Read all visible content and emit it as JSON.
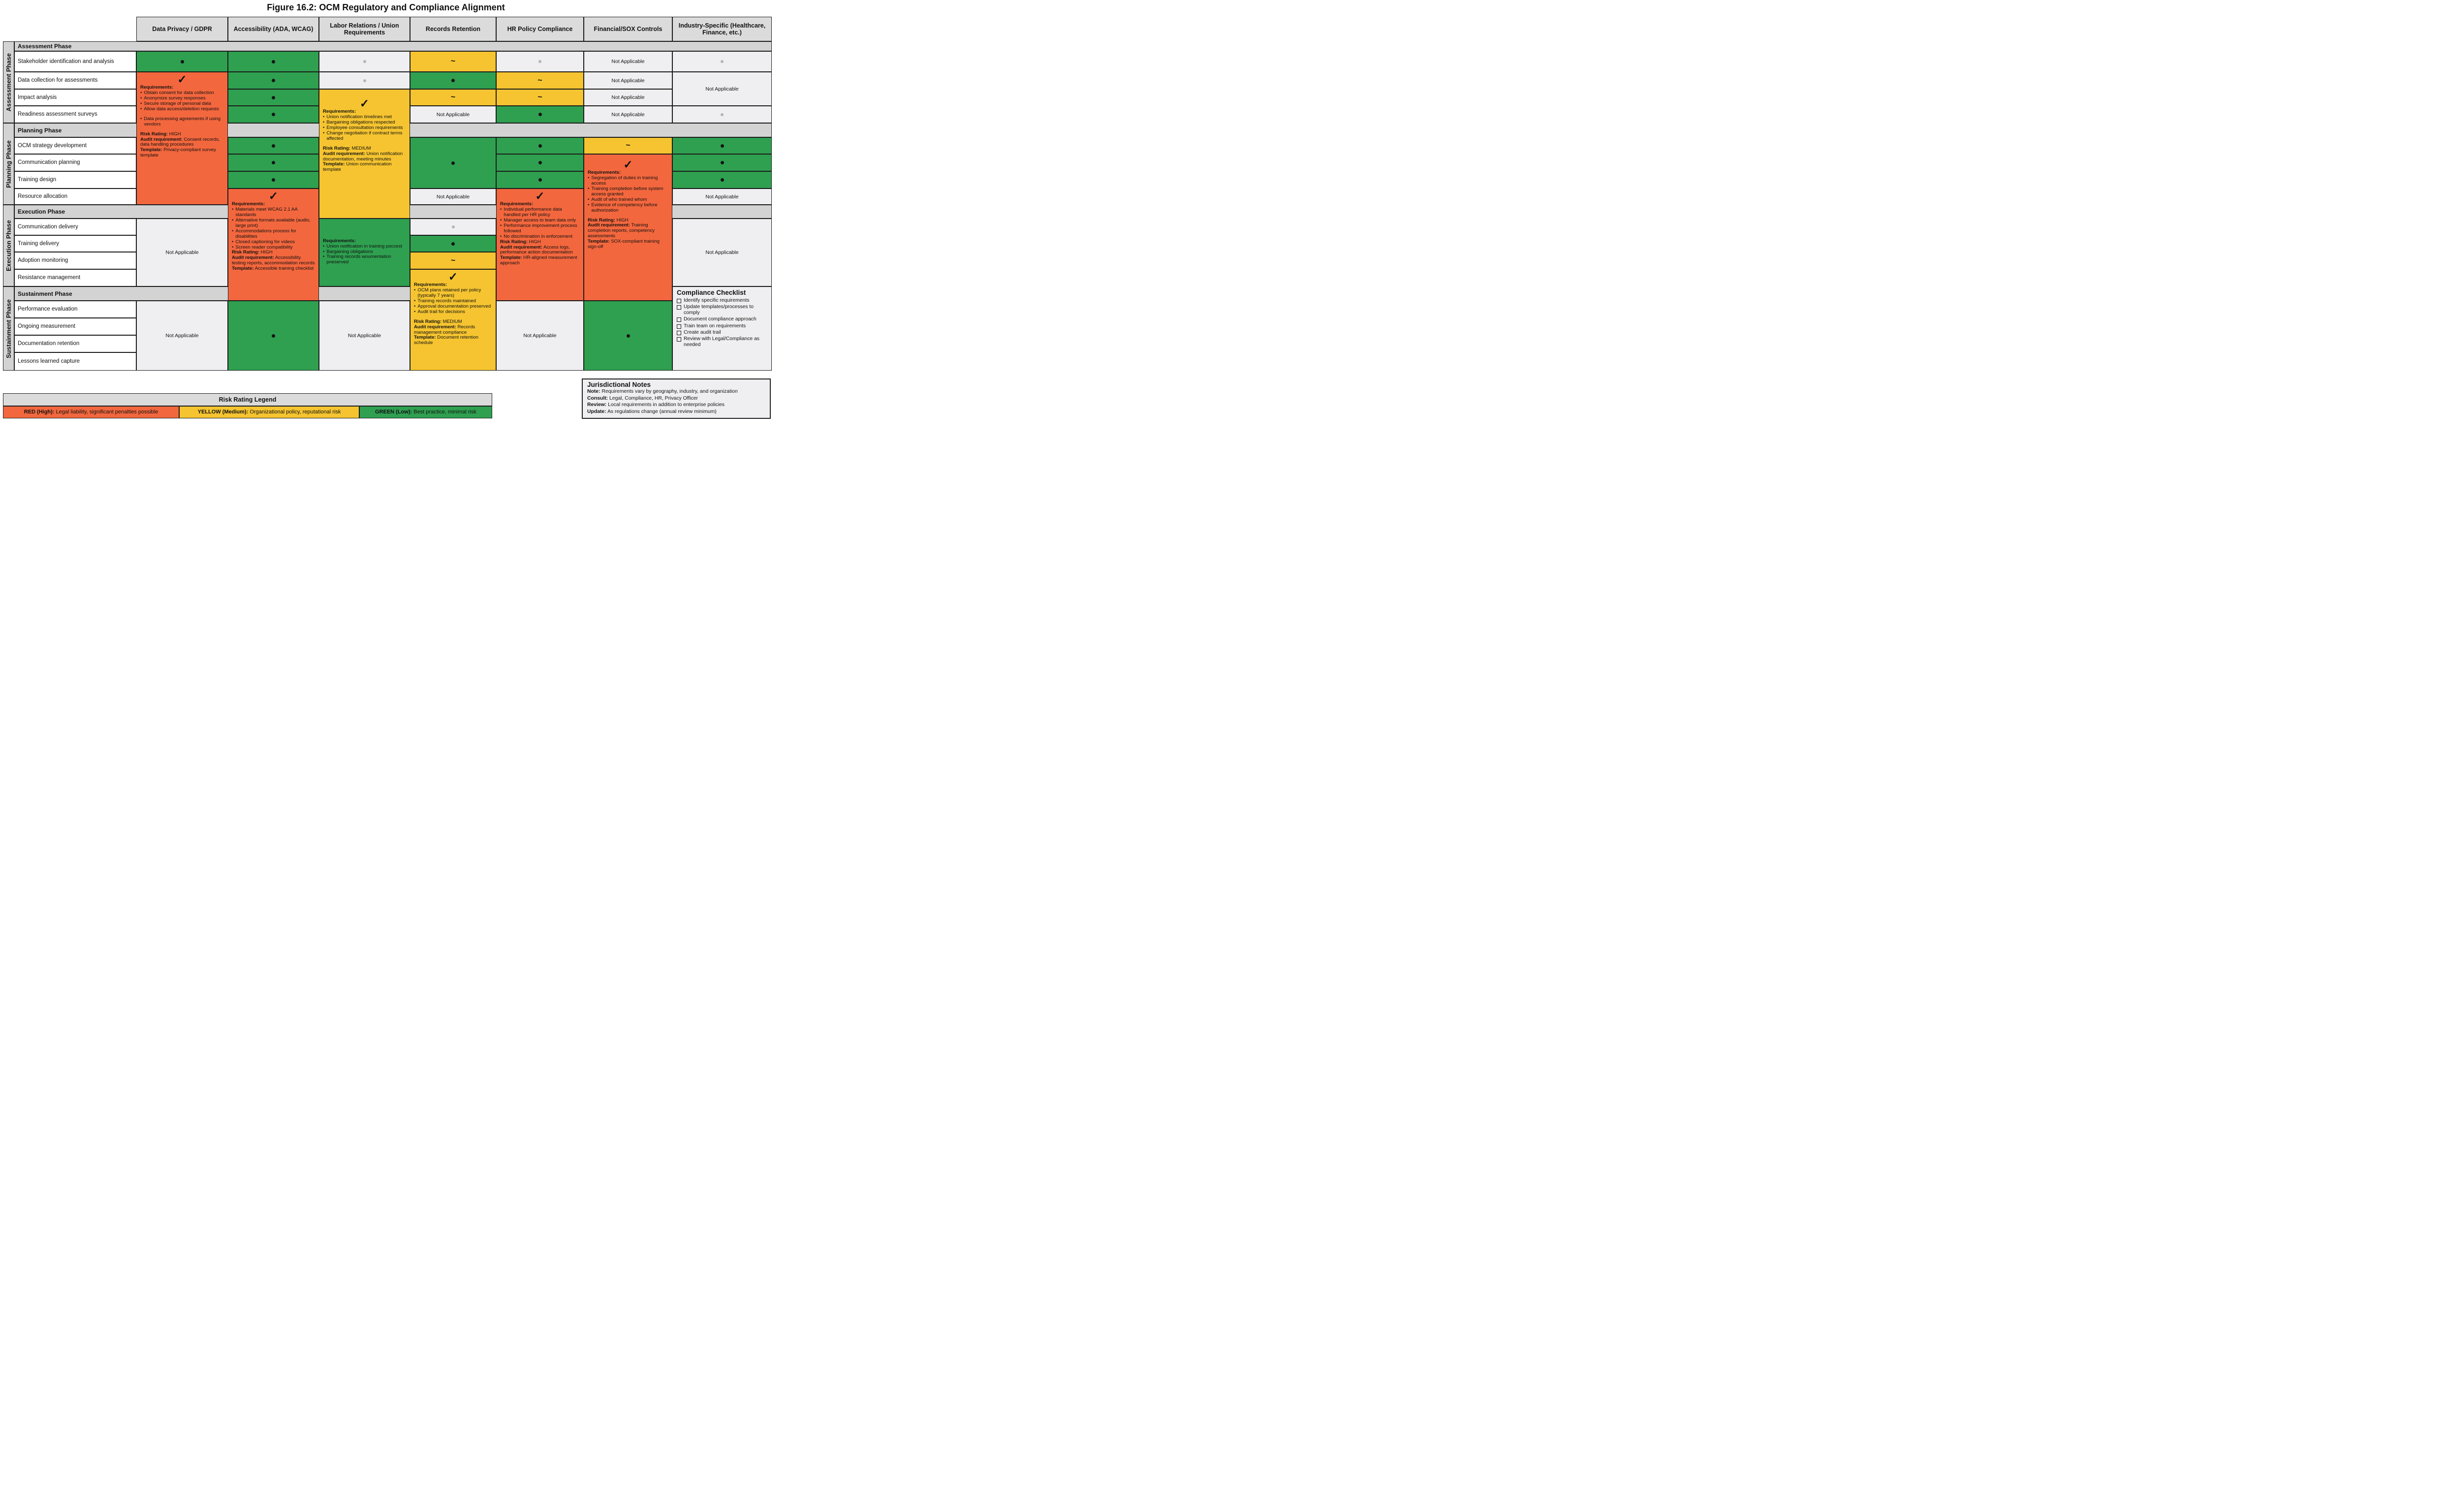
{
  "title": "Figure 16.2: OCM Regulatory and Compliance Alignment",
  "colors": {
    "high": "#F3673E",
    "medium": "#F5C430",
    "low": "#2FA050",
    "band": "#D3D3D3",
    "header": "#DBDBDB",
    "na_bg": "#EFEFF1"
  },
  "matrix": {
    "na_label": "Not Applicable",
    "columns": [
      "Data Privacy / GDPR",
      "Accessibility (ADA, WCAG)",
      "Labor Relations / Union Requirements",
      "Records Retention",
      "HR Policy Compliance",
      "Financial/SOX Controls",
      "Industry-Specific (Healthcare, Finance, etc.)"
    ],
    "phases": [
      {
        "label": "Assessment Phase",
        "activities": [
          "Stakeholder identification and analysis",
          "Data collection for assessments",
          "Impact analysis",
          "Readiness assessment surveys"
        ]
      },
      {
        "label": "Planning Phase",
        "activities": [
          "OCM strategy development",
          "Communication planning",
          "Training design",
          "Resource allocation"
        ]
      },
      {
        "label": "Execution Phase",
        "activities": [
          "Communication delivery",
          "Training delivery",
          "Adoption monitoring",
          "Resistance management"
        ]
      },
      {
        "label": "Sustainment Phase",
        "activities": [
          "Performance evaluation",
          "Ongoing measurement",
          "Documentation retention",
          "Lessons learned capture"
        ]
      }
    ],
    "cells": [
      {
        "c": 0,
        "r": 3,
        "s": 1,
        "k": "dot"
      },
      {
        "c": 0,
        "r": 4,
        "s": 8,
        "k": "orange",
        "b": "gdpr"
      },
      {
        "c": 0,
        "r": 13,
        "s": 4,
        "k": "na"
      },
      {
        "c": 0,
        "r": 18,
        "s": 4,
        "k": "na"
      },
      {
        "c": 1,
        "r": 3,
        "s": 1,
        "k": "dot"
      },
      {
        "c": 1,
        "r": 4,
        "s": 1,
        "k": "dot"
      },
      {
        "c": 1,
        "r": 5,
        "s": 1,
        "k": "dot"
      },
      {
        "c": 1,
        "r": 6,
        "s": 1,
        "k": "dot"
      },
      {
        "c": 1,
        "r": 8,
        "s": 1,
        "k": "dot"
      },
      {
        "c": 1,
        "r": 9,
        "s": 1,
        "k": "dot"
      },
      {
        "c": 1,
        "r": 10,
        "s": 1,
        "k": "dot"
      },
      {
        "c": 1,
        "r": 11,
        "s": 7,
        "k": "orange",
        "b": "accessibility"
      },
      {
        "c": 1,
        "r": 18,
        "s": 4,
        "k": "dot"
      },
      {
        "c": 2,
        "r": 3,
        "s": 1,
        "k": "graydot"
      },
      {
        "c": 2,
        "r": 4,
        "s": 1,
        "k": "graydot"
      },
      {
        "c": 2,
        "r": 5,
        "s": 8,
        "k": "yellow",
        "b": "labor"
      },
      {
        "c": 2,
        "r": 13,
        "s": 4,
        "k": "green",
        "b": "labor_training"
      },
      {
        "c": 2,
        "r": 18,
        "s": 4,
        "k": "na"
      },
      {
        "c": 3,
        "r": 3,
        "s": 1,
        "k": "tilde"
      },
      {
        "c": 3,
        "r": 4,
        "s": 1,
        "k": "dot"
      },
      {
        "c": 3,
        "r": 5,
        "s": 1,
        "k": "tilde"
      },
      {
        "c": 3,
        "r": 6,
        "s": 1,
        "k": "na"
      },
      {
        "c": 3,
        "r": 8,
        "s": 3,
        "k": "dot"
      },
      {
        "c": 3,
        "r": 11,
        "s": 1,
        "k": "na"
      },
      {
        "c": 3,
        "r": 13,
        "s": 1,
        "k": "graydot"
      },
      {
        "c": 3,
        "r": 14,
        "s": 1,
        "k": "dot"
      },
      {
        "c": 3,
        "r": 15,
        "s": 1,
        "k": "tilde"
      },
      {
        "c": 3,
        "r": 16,
        "s": 6,
        "k": "yellow",
        "b": "records"
      },
      {
        "c": 4,
        "r": 3,
        "s": 1,
        "k": "graydot"
      },
      {
        "c": 4,
        "r": 4,
        "s": 1,
        "k": "tilde"
      },
      {
        "c": 4,
        "r": 5,
        "s": 1,
        "k": "tilde"
      },
      {
        "c": 4,
        "r": 6,
        "s": 1,
        "k": "dot"
      },
      {
        "c": 4,
        "r": 8,
        "s": 1,
        "k": "dot"
      },
      {
        "c": 4,
        "r": 9,
        "s": 1,
        "k": "dot"
      },
      {
        "c": 4,
        "r": 10,
        "s": 1,
        "k": "dot"
      },
      {
        "c": 4,
        "r": 11,
        "s": 7,
        "k": "orange",
        "b": "hr"
      },
      {
        "c": 4,
        "r": 18,
        "s": 4,
        "k": "na"
      },
      {
        "c": 5,
        "r": 3,
        "s": 1,
        "k": "na"
      },
      {
        "c": 5,
        "r": 4,
        "s": 1,
        "k": "na"
      },
      {
        "c": 5,
        "r": 5,
        "s": 1,
        "k": "na"
      },
      {
        "c": 5,
        "r": 6,
        "s": 1,
        "k": "na"
      },
      {
        "c": 5,
        "r": 8,
        "s": 1,
        "k": "tilde"
      },
      {
        "c": 5,
        "r": 9,
        "s": 9,
        "k": "orange",
        "b": "sox"
      },
      {
        "c": 5,
        "r": 18,
        "s": 4,
        "k": "dot"
      },
      {
        "c": 6,
        "r": 3,
        "s": 1,
        "k": "graydot"
      },
      {
        "c": 6,
        "r": 4,
        "s": 2,
        "k": "na"
      },
      {
        "c": 6,
        "r": 6,
        "s": 1,
        "k": "graydot"
      },
      {
        "c": 6,
        "r": 8,
        "s": 1,
        "k": "dot"
      },
      {
        "c": 6,
        "r": 9,
        "s": 1,
        "k": "dot"
      },
      {
        "c": 6,
        "r": 10,
        "s": 1,
        "k": "dot"
      },
      {
        "c": 6,
        "r": 11,
        "s": 1,
        "k": "na"
      },
      {
        "c": 6,
        "r": 13,
        "s": 4,
        "k": "na"
      },
      {
        "c": 6,
        "r": 17,
        "s": 5,
        "k": "checklist"
      }
    ],
    "blocks": {
      "gdpr": {
        "check": true,
        "lines": [
          {
            "t": "h",
            "x": "Requirements:"
          },
          {
            "t": "li",
            "x": "Obtain consent for data collection"
          },
          {
            "t": "li",
            "x": "Anonymize survey responses"
          },
          {
            "t": "li",
            "x": "Secure storage of personal data"
          },
          {
            "t": "li",
            "x": "Allow data access/deletion requests"
          },
          {
            "t": "gap"
          },
          {
            "t": "li",
            "x": "Data processing agreements if using vendors"
          },
          {
            "t": "gap"
          },
          {
            "t": "kv",
            "k": "Risk Rating:",
            "x": " HIGH"
          },
          {
            "t": "kv",
            "k": "Audit requirement:",
            "x": " Consent records, data handling procedures"
          },
          {
            "t": "kv",
            "k": "Template:",
            "x": " Privacy-compliant survey template"
          }
        ]
      },
      "accessibility": {
        "check": true,
        "lines": [
          {
            "t": "h",
            "x": "Requirements:"
          },
          {
            "t": "li",
            "x": "Materials meet WCAG 2.1 AA standards"
          },
          {
            "t": "li",
            "x": "Alternative formats available (audio, large print)"
          },
          {
            "t": "li",
            "x": "Accommodations process for disabilities"
          },
          {
            "t": "li",
            "x": "Closed captioning for videos"
          },
          {
            "t": "li",
            "x": "Screen reader compatibility"
          },
          {
            "t": "kv",
            "k": "Risk Rating:",
            "x": " HIGH"
          },
          {
            "t": "kv",
            "k": "Audit requirement:",
            "x": " Accessibility testing reports, accommodation records"
          },
          {
            "t": "kv",
            "k": "Template:",
            "x": " Accessible training checklist"
          }
        ]
      },
      "labor": {
        "check": true,
        "checkTop": 14,
        "lines": [
          {
            "t": "h",
            "x": "Requirements:"
          },
          {
            "t": "li",
            "x": "Union notification timelines met"
          },
          {
            "t": "li",
            "x": "Bargaining obligations respected"
          },
          {
            "t": "li",
            "x": "Employee consultation requirements"
          },
          {
            "t": "li",
            "x": "Change negotiation if contract terms affected"
          },
          {
            "t": "gap"
          },
          {
            "t": "kv",
            "k": "Risk Rating:",
            "x": " MEDIUM"
          },
          {
            "t": "kv",
            "k": "Audit requirement:",
            "x": " Union notification documentation, meeting minutes"
          },
          {
            "t": "kv",
            "k": "Template:",
            "x": " Union communication template"
          }
        ]
      },
      "labor_training": {
        "center": true,
        "lines": [
          {
            "t": "h",
            "x": "Requirements:"
          },
          {
            "t": "li",
            "x": "Union notification in training poccest"
          },
          {
            "t": "li",
            "x": "Bargaining obligations"
          },
          {
            "t": "li",
            "x": "Training records woumentation pneserved"
          }
        ]
      },
      "records": {
        "check": true,
        "lines": [
          {
            "t": "h",
            "x": "Requirements:"
          },
          {
            "t": "li",
            "x": "OCM plans retained per policy (typically 7 years)"
          },
          {
            "t": "li",
            "x": "Training records maintained"
          },
          {
            "t": "li",
            "x": "Approval documentation preserved"
          },
          {
            "t": "li",
            "x": "Audit trail for decisions"
          },
          {
            "t": "gap"
          },
          {
            "t": "kv",
            "k": "Risk Rating:",
            "x": " MEDIUM"
          },
          {
            "t": "kv",
            "k": "Audit requirement:",
            "x": " Records management compliance"
          },
          {
            "t": "kv",
            "k": "Template:",
            "x": " Document retention schedule"
          }
        ]
      },
      "hr": {
        "check": true,
        "lines": [
          {
            "t": "h",
            "x": "Requirements:"
          },
          {
            "t": "li",
            "x": "Individual performance data handled per HR policy"
          },
          {
            "t": "li",
            "x": "Manager access to team data only"
          },
          {
            "t": "li",
            "x": "Performance improvement process followed"
          },
          {
            "t": "li",
            "x": "No discrimination in enforcement"
          },
          {
            "t": "kv",
            "k": "Risk Rating:",
            "x": " HIGH"
          },
          {
            "t": "kv",
            "k": "Audit requirement:",
            "x": " Access logs, performance action documentation"
          },
          {
            "t": "kv",
            "k": "Template:",
            "x": " HR-aligned measurement approach"
          }
        ]
      },
      "sox": {
        "check": true,
        "checkTop": 6,
        "lines": [
          {
            "t": "h",
            "x": "Requirements:"
          },
          {
            "t": "li",
            "x": "Segregation of duties in training access"
          },
          {
            "t": "li",
            "x": "Training completion before system access granted"
          },
          {
            "t": "li",
            "x": "Audit of who trained whom"
          },
          {
            "t": "li",
            "x": "Evidence of competency before authorization"
          },
          {
            "t": "gap"
          },
          {
            "t": "kv",
            "k": "Risk Rating:",
            "x": " HIGH"
          },
          {
            "t": "kv",
            "k": "Audit requirement:",
            "x": " Training completion reports, competency assessments"
          },
          {
            "t": "kv",
            "k": "Template:",
            "x": " SOX-compliant training sign-off"
          }
        ]
      }
    },
    "checklist": {
      "title": "Compliance Checklist",
      "items": [
        "Identify specific requirements",
        "Update templates/processes to comply",
        "Document compliance approach",
        "Train team on requirements",
        "Create audit trail",
        "Review with Legal/Compliance as needed"
      ]
    }
  },
  "legend": {
    "title": "Risk Rating Legend",
    "entries": [
      {
        "k": "RED (High):",
        "x": " Legal liability, significant penalties possible",
        "color": "#F3673E"
      },
      {
        "k": "YELLOW (Medium):",
        "x": " Organizational policy, reputational risk",
        "color": "#F5C430"
      },
      {
        "k": "GREEN (Low):",
        "x": " Best practice, minimal risk",
        "color": "#2FA050"
      }
    ]
  },
  "notes": {
    "title": "Jurisdictional Notes",
    "lines": [
      {
        "k": "Note:",
        "x": " Requirements vary by geography, industry, and organization"
      },
      {
        "k": "Consult:",
        "x": " Legal, Compliance, HR, Privacy Officer"
      },
      {
        "k": "Review:",
        "x": " Local requirements in addition to enterprise policies"
      },
      {
        "k": "Update:",
        "x": " As regulations change (annual review minimum)"
      }
    ]
  }
}
